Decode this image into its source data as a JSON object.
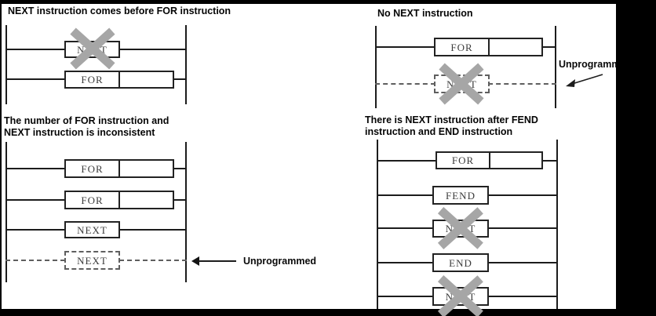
{
  "figure": {
    "description_colors": {
      "line": "#1c1c1c",
      "cross_gray": "#a6a6a6",
      "dashed_gray": "#5f5f5f",
      "background": "#ffffff",
      "mask": "#000000"
    }
  },
  "panels": {
    "top_left": {
      "title": "NEXT instruction comes before FOR instruction",
      "instructions": [
        "NEXT",
        "FOR"
      ]
    },
    "top_right": {
      "title": "No NEXT instruction",
      "instructions": [
        "FOR",
        "NEXT"
      ],
      "annotation": "Unprogrammed"
    },
    "bottom_left": {
      "title_line1": "The number of FOR instruction and",
      "title_line2": "NEXT instruction is inconsistent",
      "instructions": [
        "FOR",
        "FOR",
        "NEXT",
        "NEXT"
      ],
      "annotation": "Unprogrammed"
    },
    "bottom_right": {
      "title_line1": "There is NEXT instruction after FEND",
      "title_line2": "instruction and END instruction",
      "instructions": [
        "FOR",
        "FEND",
        "NEXT",
        "END",
        "NEXT"
      ]
    }
  }
}
